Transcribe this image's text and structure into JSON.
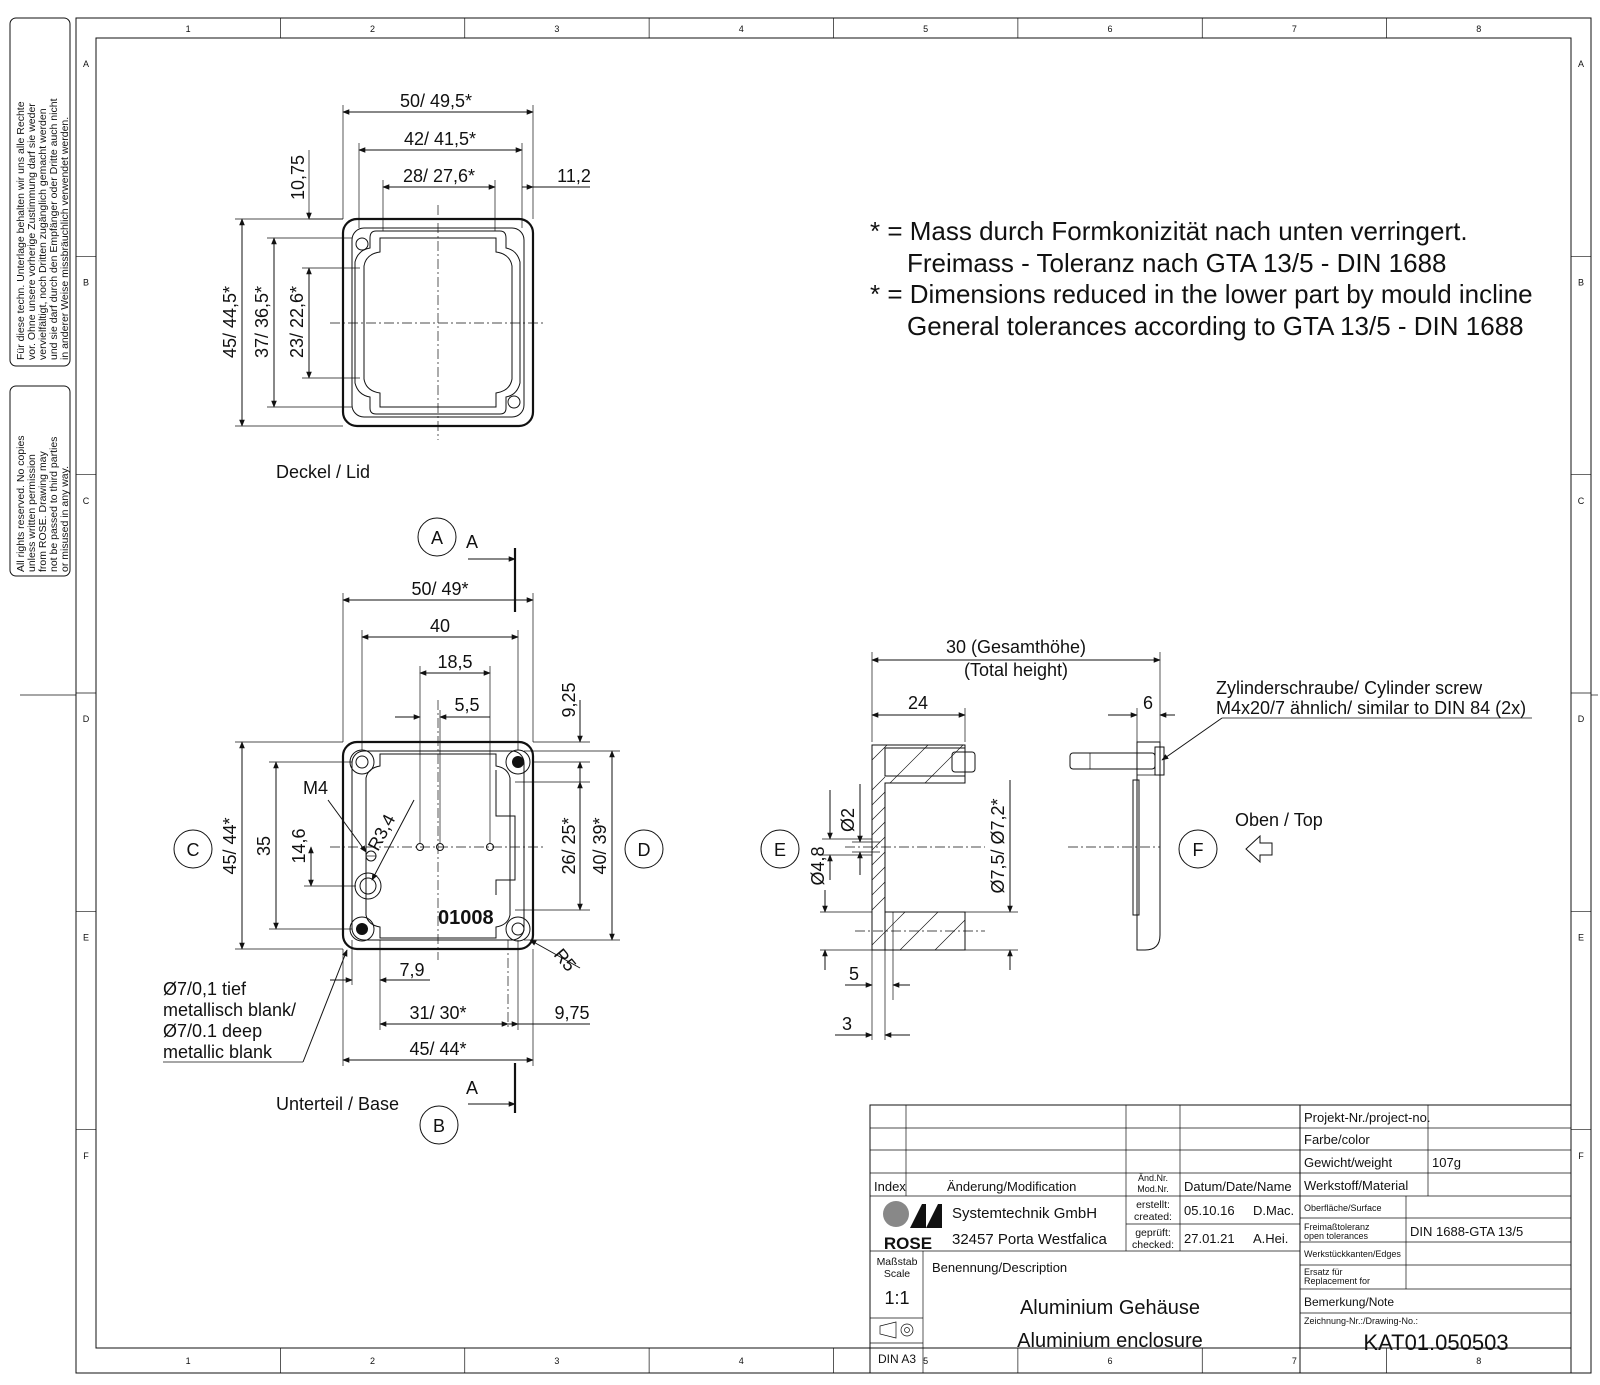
{
  "frame": {
    "columns": [
      "1",
      "2",
      "3",
      "4",
      "5",
      "6",
      "7",
      "8"
    ],
    "rows": [
      "A",
      "B",
      "C",
      "D",
      "E",
      "F"
    ]
  },
  "side_notes": {
    "german": [
      "Für diese techn. Unterlage behalten wir uns alle Rechte",
      "vor. Ohne unsere vorherige Zustimmung darf sie weder",
      "vervielfältigt, noch Dritten zugänglich gemacht werden",
      "und sie darf durch den Empfänger oder Dritte auch nicht",
      "in anderer Weise missbräuchlich verwendet werden."
    ],
    "english": [
      "All rights reserved. No copies",
      "unless written permission",
      "from ROSE. Drawing may",
      "not be passed to third parties",
      "or misused in any way."
    ]
  },
  "notes": [
    "* = Mass durch Formkonizität nach unten verringert.",
    "Freimass - Toleranz nach GTA 13/5 - DIN 1688",
    "* = Dimensions reduced in the lower part by mould incline",
    "General tolerances according to GTA 13/5 - DIN 1688"
  ],
  "lid": {
    "label": "Deckel / Lid",
    "dims": {
      "w1": "50/ 49,5*",
      "w2": "42/ 41,5*",
      "w3": "28/ 27,6*",
      "off": "11,2",
      "top": "10,75",
      "h1": "45/ 44,5*",
      "h2": "37/ 36,5*",
      "h3": "23/ 22,6*"
    }
  },
  "base": {
    "label": "Unterteil / Base",
    "stamp": "01008",
    "views": {
      "a": "A",
      "b": "B",
      "c": "C",
      "d": "D",
      "e": "E",
      "f": "F",
      "section": "A"
    },
    "dims": {
      "w1": "50/ 49*",
      "w2": "40",
      "w3": "18,5",
      "w4": "5,5",
      "v1": "9,25",
      "h1": "45/ 44*",
      "h2": "35",
      "h3": "14,6",
      "m4": "M4",
      "r34": "R3,4",
      "r5": "R5",
      "d1": "26/ 25*",
      "d2": "40/ 39*",
      "b1": "7,9",
      "b2": "31/ 30*",
      "b3": "9,75",
      "b4": "45/ 44*"
    },
    "blank_note": [
      "Ø7/0,1 tief",
      "metallisch blank/",
      "Ø7/0.1 deep",
      "metallic blank"
    ]
  },
  "side": {
    "total": "30 (Gesamthöhe)",
    "total_en": "(Total height)",
    "d24": "24",
    "d6": "6",
    "screw": [
      "Zylinderschraube/ Cylinder screw",
      "M4x20/7 ähnlich/ similar to DIN 84 (2x)"
    ],
    "top_label": "Oben / Top",
    "d2": "Ø2",
    "d48": "Ø4,8",
    "d75": "Ø7,5/ Ø7,2*",
    "d5": "5",
    "d3": "3"
  },
  "title_block": {
    "index": "Index",
    "modification": "Änderung/Modification",
    "aend_nr": [
      "Änd.Nr.",
      "Mod.Nr."
    ],
    "date_name": "Datum/Date/Name",
    "company": [
      "Systemtechnik GmbH",
      "32457 Porta Westfalica"
    ],
    "logo": "ROSE",
    "created_label": [
      "erstellt:",
      "created:"
    ],
    "created_date": "05.10.16",
    "created_name": "D.Mac.",
    "checked_label": [
      "geprüft:",
      "checked:"
    ],
    "checked_date": "27.01.21",
    "checked_name": "A.Hei.",
    "scale_label": [
      "Maßstab",
      "Scale"
    ],
    "scale": "1:1",
    "format": "DIN A3",
    "description_label": "Benennung/Description",
    "description": [
      "Aluminium Gehäuse",
      "Aluminium enclosure"
    ],
    "project_label": "Projekt-Nr./project-no.",
    "color_label": "Farbe/color",
    "weight_label": "Gewicht/weight",
    "weight": "107g",
    "material_label": "Werkstoff/Material",
    "surface_label": "Oberfläche/Surface",
    "tolerance_label": [
      "Freimaßtoleranz",
      "open tolerances"
    ],
    "tolerance": "DIN 1688-GTA 13/5",
    "edges_label": "Werkstückkanten/Edges",
    "replacement_label": [
      "Ersatz für",
      "Replacement for"
    ],
    "note_label": "Bemerkung/Note",
    "drawing_no_label": "Zeichnung-Nr.:/Drawing-No.:",
    "drawing_no": "KAT01.050503"
  }
}
